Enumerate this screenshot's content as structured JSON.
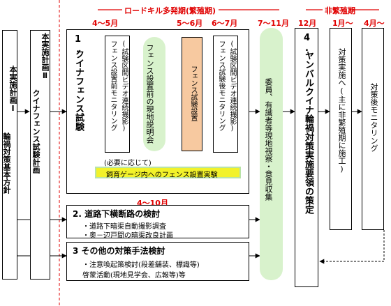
{
  "phases": {
    "roadkill": "ロードキル多発期(繁殖期)",
    "non_breeding": "非繁殖期"
  },
  "months": {
    "m1": "4〜5月",
    "m2": "5〜6月",
    "m3": "6〜7月",
    "m4": "7〜11月",
    "m5": "12月",
    "m6": "1月〜",
    "m7": "4月〜",
    "m8": "4〜10月"
  },
  "plan1": {
    "label": "本実施計画Ⅰ",
    "title": "輪禍対策基本方針"
  },
  "plan2": {
    "label": "本実施計画Ⅱ",
    "title": "クイナフェンス試験計画"
  },
  "section1": {
    "number": "1.",
    "title": "クイナフェンス試験",
    "pre_monitor_note": "(試験区間ビデオ連続撮影)",
    "pre_monitor": "フェンス設置前モニタリング",
    "briefing": "フェンス設置前の現地説明会",
    "fence_install": "フェンス試験設置",
    "post_monitor_note": "(試験区間ビデオ連続撮影)",
    "post_monitor": "フェンス試験後モニタリング",
    "as_needed": "(必要に応じて)",
    "cage_test": "飼育ゲージ内へのフェンス設置実験"
  },
  "section2": {
    "title": "2. 道路下横断路の検討",
    "items": [
      "・道路下暗渠自動撮影調査",
      "・奥－辺戸間の暗渠改良計画"
    ]
  },
  "section3": {
    "title": "3 その他の対策手法検討",
    "items": [
      "・注意喚起策検討(段差舗装、標識等)",
      "啓蒙活動(現地見学会、広報等)等"
    ]
  },
  "committee": "委員、有識者等現地視察・意見収集",
  "section4": {
    "number": "4.",
    "title": "ヤンバルクイナ輪禍対策実施要領の策定"
  },
  "implementation": "対策実施へ(主に非繁殖期に施工)",
  "post_monitoring": "対策後モニタリング",
  "colors": {
    "accent_red": "#e00000",
    "green": "#d8f2cc",
    "orange": "#f7c9a0",
    "yellow": "#f2f22a",
    "green_border": "#b9e3a7"
  }
}
